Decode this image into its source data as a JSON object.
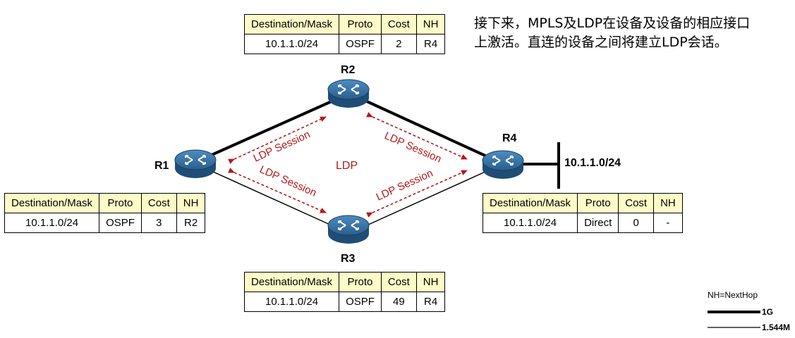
{
  "note": "接下来，MPLS及LDP在设备及设备的相应接口上激活。直连的设备之间将建立LDP会话。",
  "center_label": "LDP",
  "session_label": "LDP Session",
  "network_label": "10.1.1.0/24",
  "routers": {
    "r1": {
      "name": "R1"
    },
    "r2": {
      "name": "R2"
    },
    "r3": {
      "name": "R3"
    },
    "r4": {
      "name": "R4"
    }
  },
  "table_headers": [
    "Destination/Mask",
    "Proto",
    "Cost",
    "NH"
  ],
  "tables": {
    "r1": {
      "dest": "10.1.1.0/24",
      "proto": "OSPF",
      "cost": "3",
      "nh": "R2"
    },
    "r2": {
      "dest": "10.1.1.0/24",
      "proto": "OSPF",
      "cost": "2",
      "nh": "R4"
    },
    "r3": {
      "dest": "10.1.1.0/24",
      "proto": "OSPF",
      "cost": "49",
      "nh": "R4"
    },
    "r4": {
      "dest": "10.1.1.0/24",
      "proto": "Direct",
      "cost": "0",
      "nh": "-"
    }
  },
  "legend": {
    "title": "NH=NextHop",
    "thick": "1G",
    "thin": "1.544M"
  },
  "colors": {
    "session": "#b3191b",
    "header_bg": "#fdfbc7",
    "router_body": "#2f6b9a"
  }
}
